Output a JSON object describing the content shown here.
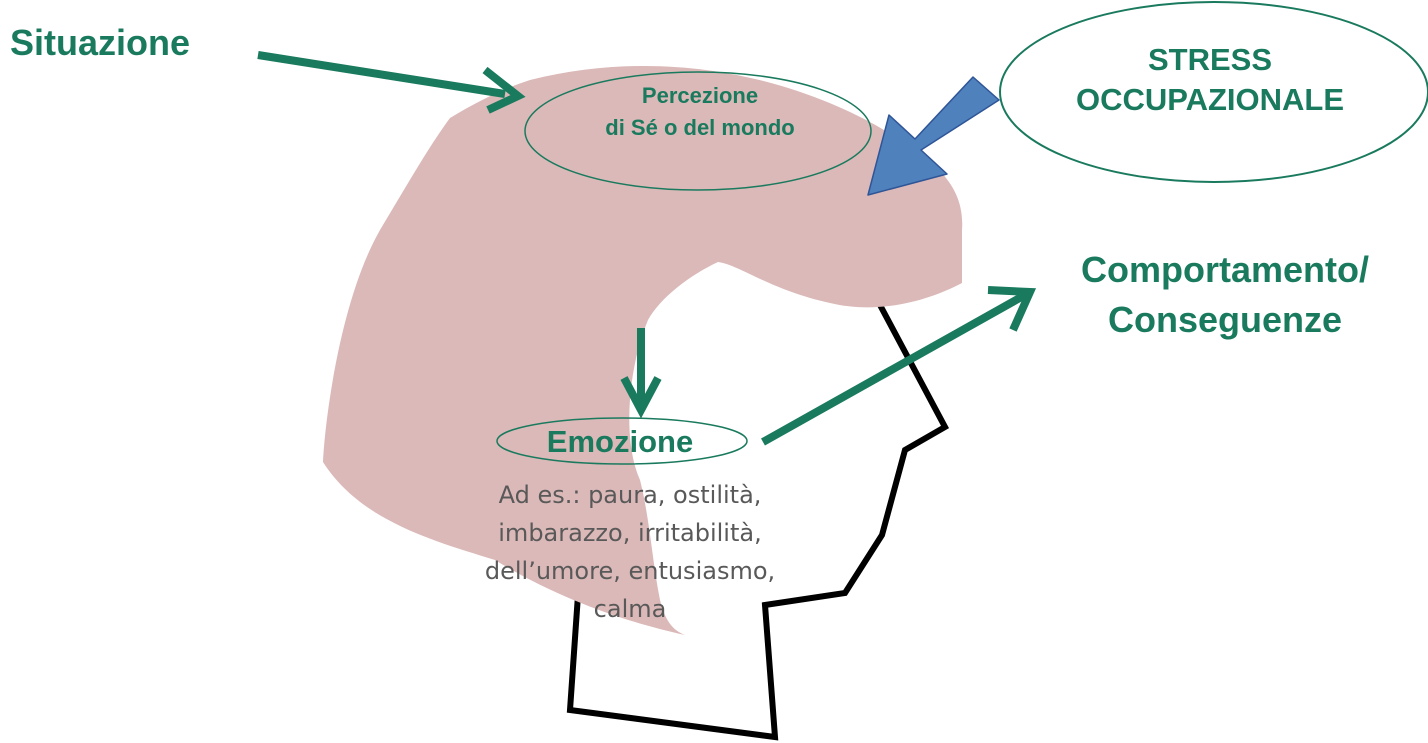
{
  "diagram": {
    "situazione": "Situazione",
    "percezione": "Percezione\ndi Sé o del mondo",
    "stress": "STRESS\nOCCUPAZIONALE",
    "comportamento": "Comportamento/\nConseguenze",
    "emozione": "Emozione",
    "esempi": "Ad es.: paura, ostilità,\nimbarazzo, irritabilità,\ndell’umore, entusiasmo,\ncalma"
  },
  "colors": {
    "green": "#1a7a5e",
    "brain": "#dbb9b8",
    "blue_arrow": "#4f81bd",
    "outline": "#000000",
    "gray_text": "#595959"
  },
  "icons": [
    "head-profile-outline",
    "brain-shape",
    "arrow-situazione",
    "arrow-stress",
    "arrow-emozione",
    "arrow-comportamento"
  ]
}
